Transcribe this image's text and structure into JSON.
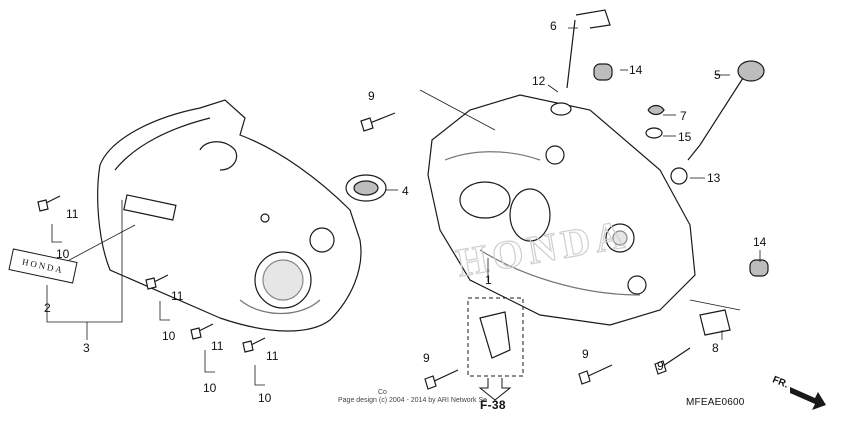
{
  "diagram": {
    "callouts": [
      "1",
      "2",
      "3",
      "4",
      "5",
      "6",
      "7",
      "8",
      "9",
      "9",
      "9",
      "9",
      "10",
      "10",
      "10",
      "10",
      "11",
      "11",
      "11",
      "11",
      "12",
      "13",
      "14",
      "14",
      "15"
    ],
    "emblem_text": "HONDA",
    "reference": "F-38",
    "figure_code": "MFEAE0600",
    "direction_label": "FR.",
    "copyright_line1": "Co",
    "copyright_line2": "Page design (c) 2004 - 2014 by ARI Network Se",
    "colors": {
      "line": "#1a1a1a",
      "shade": "#bdbdbd",
      "watermark": "#cfcfcf"
    }
  }
}
